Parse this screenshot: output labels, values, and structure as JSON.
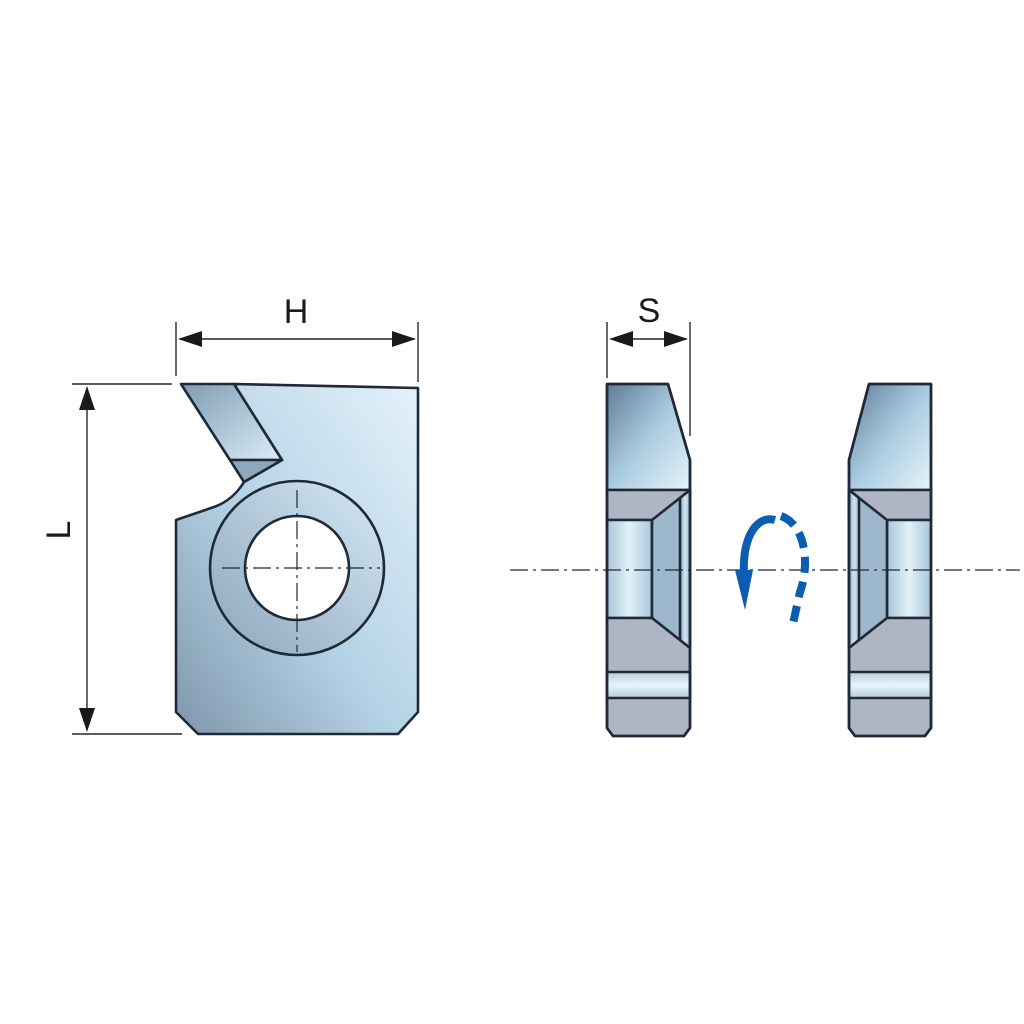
{
  "dimensions": {
    "height_label": "H",
    "length_label": "L",
    "thickness_label": "S"
  },
  "colors": {
    "steel_light": "#dbeef8",
    "steel_mid": "#9fc3da",
    "steel_dark": "#7f96ab",
    "face_gray": "#aeb6c6",
    "outline": "#1f2a36",
    "rotation_arrow": "#0a5db0"
  },
  "icons": {
    "rotation": "rotation-arrow-icon"
  }
}
